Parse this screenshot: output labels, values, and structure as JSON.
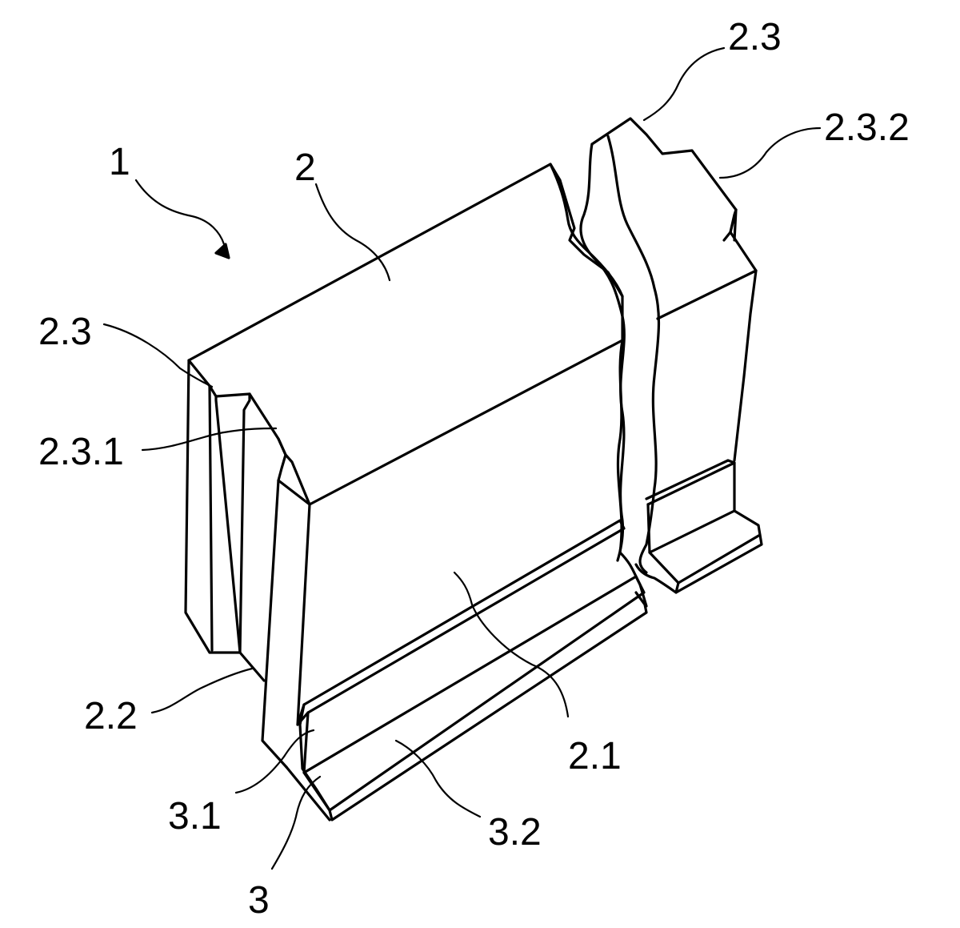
{
  "figure": {
    "labels": {
      "assembly": "1",
      "body": "2",
      "end_left": "2.3",
      "end_left_step": "2.3.1",
      "end_right": "2.3",
      "end_right_step": "2.3.2",
      "side_face": "2.1",
      "edge": "2.2",
      "base": "3",
      "base_upright": "3.1",
      "base_foot": "3.2"
    },
    "colors": {
      "line": "#000000",
      "background": "#ffffff"
    }
  }
}
